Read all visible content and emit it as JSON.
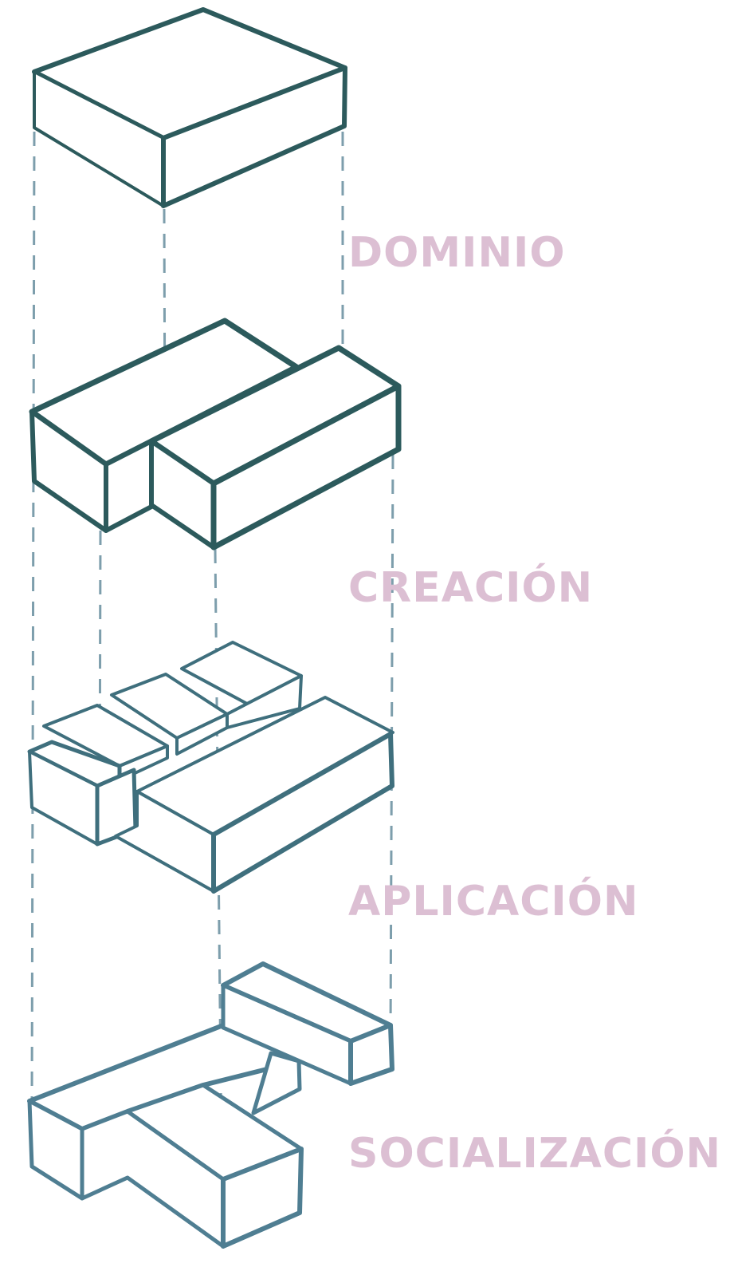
{
  "labels": [
    "DOMINIO",
    "CREACIÓN",
    "APLICACIÓN",
    "SOCIALIZACIÓN"
  ],
  "colors": {
    "dark_teal": "#2c5a5c",
    "mid_teal": "#3f6f7d",
    "light_teal": "#4f7e92",
    "guide_line": "#7d9eac",
    "label": "#dcbfd3",
    "background": "#ffffff"
  }
}
